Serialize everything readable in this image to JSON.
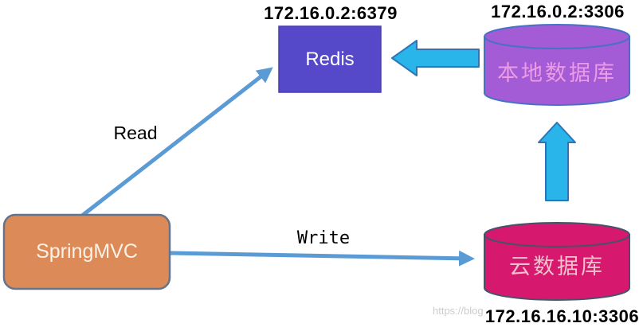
{
  "diagram": {
    "nodes": {
      "springmvc": {
        "label": "SpringMVC"
      },
      "redis": {
        "label": "Redis",
        "address": "172.16.0.2:6379"
      },
      "local_db": {
        "label": "本地数据库",
        "address": "172.16.0.2:3306"
      },
      "cloud_db": {
        "label": "云数据库",
        "address": "172.16.16.10:3306"
      }
    },
    "edges": {
      "read": {
        "label": "Read",
        "from": "springmvc",
        "to": "redis"
      },
      "write": {
        "label": "Write",
        "from": "springmvc",
        "to": "cloud_db"
      },
      "local_to_redis": {
        "icon": "left-block-arrow"
      },
      "cloud_to_local": {
        "icon": "up-block-arrow"
      }
    },
    "watermark": {
      "text": "https://blog"
    }
  },
  "colors": {
    "thin_arrow": "#5B9BD5",
    "block_fill": "#29B4EA",
    "block_stroke": "#2E75B6",
    "redis_fill": "#5649C9",
    "redis_stroke": "#4A3FAF",
    "springmvc_fill": "#DC8A58",
    "springmvc_stroke": "#64748C",
    "local_fill": "#A35BD6",
    "local_stroke": "#4472C4",
    "local_text": "#EC9CE4",
    "cloud_fill": "#D6186E",
    "cloud_stroke": "#44546A",
    "cloud_text": "#F5BFCD",
    "label_text": "#000000",
    "watermark_text": "#CCCCCC"
  }
}
